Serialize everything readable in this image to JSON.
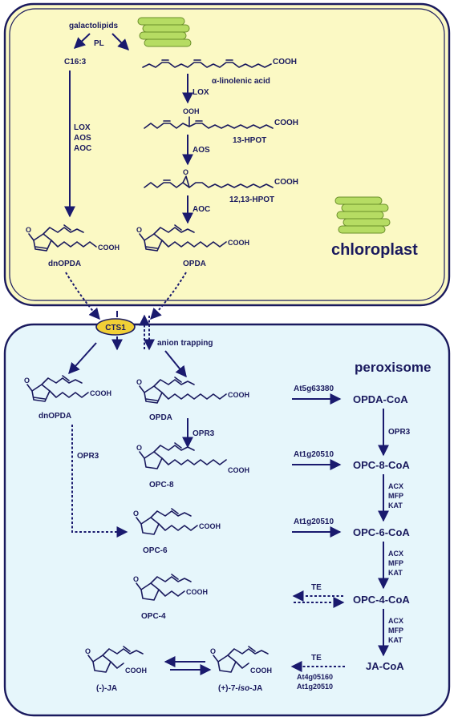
{
  "compartments": {
    "chloroplast_label": "chloroplast",
    "peroxisome_label": "peroxisome"
  },
  "transport": {
    "transporter": "CTS1",
    "anion_trapping": "anion trapping"
  },
  "chloroplast_pathway": {
    "source": "galactolipids",
    "pl": "PL",
    "c163": "C16:3",
    "lox_left": "LOX",
    "aos_left": "AOS",
    "aoc_left": "AOC",
    "cooh": "COOH",
    "ooh": "OOH",
    "o": "O",
    "linolenic": "α-linolenic acid",
    "lox": "LOX",
    "hpot": "13-HPOT",
    "aos": "AOS",
    "eot": "12,13-HPOT",
    "aoc": "AOC",
    "dnopda": "dnOPDA",
    "opda": "OPDA"
  },
  "peroxisome_pathway": {
    "dnopda": "dnOPDA",
    "opda": "OPDA",
    "opr3_opda": "OPR3",
    "opc8": "OPC-8",
    "opr3_dn": "OPR3",
    "opc6": "OPC-6",
    "opc4": "OPC-4",
    "ja_minus": "(-)-JA",
    "ja_plus_prefix": "(+)-7-",
    "ja_plus_iso": "iso",
    "ja_plus_suffix": "-JA",
    "cooh": "COOH",
    "o": "O"
  },
  "coa_column": {
    "opda_coa": "OPDA-CoA",
    "opc8_coa": "OPC-8-CoA",
    "opc6_coa": "OPC-6-CoA",
    "opc4_coa": "OPC-4-CoA",
    "ja_coa": "JA-CoA",
    "gene1": "At5g63380",
    "gene2": "At1g20510",
    "gene3": "At1g20510",
    "opr3": "OPR3",
    "acx1": "ACX",
    "mfp1": "MFP",
    "kat1": "KAT",
    "acx2": "ACX",
    "mfp2": "MFP",
    "kat2": "KAT",
    "acx3": "ACX",
    "mfp3": "MFP",
    "kat3": "KAT",
    "te1": "TE",
    "te2": "TE",
    "gene_ja1": "At4g05160",
    "gene_ja2": "At1g20510"
  },
  "colors": {
    "chloroplast_fill": "#fbf9c4",
    "peroxisome_fill": "#e6f6fb",
    "thylakoid": "#b6dc63",
    "transporter": "#f1cf36",
    "ink": "#1a1a5e"
  }
}
